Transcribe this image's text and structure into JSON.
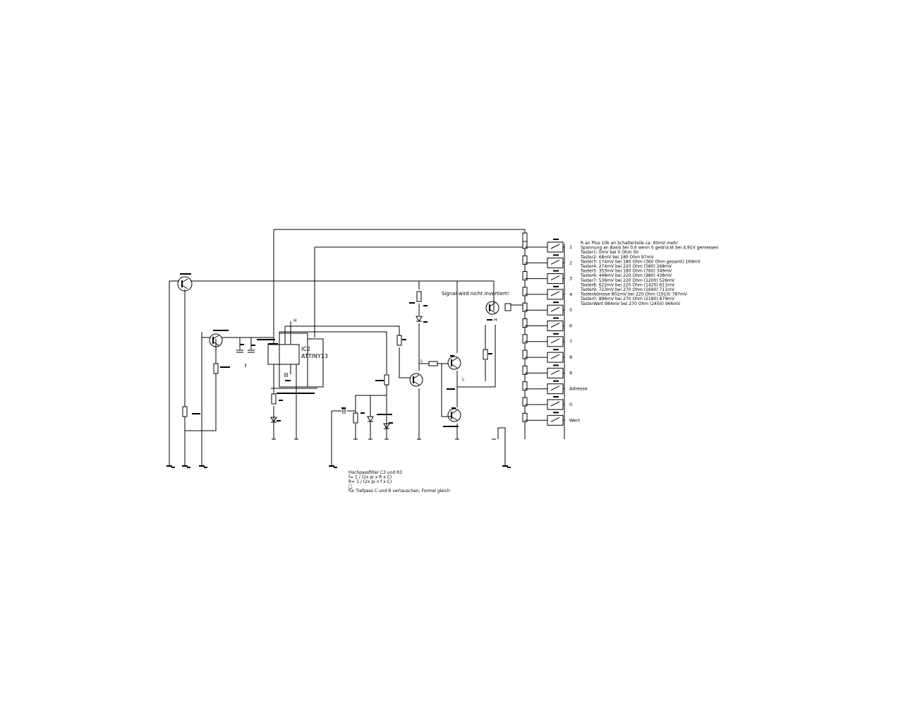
{
  "labels": {
    "ic_name": "IC2",
    "ic_type": "ATTINY13",
    "signal_note": "Signal wird nicht invertiert!",
    "l1": "L",
    "l2": "L",
    "h1": "H",
    "h2": "H"
  },
  "outputs": [
    "1",
    "2",
    "3",
    "4",
    "5",
    "6",
    "7",
    "8",
    "9",
    "Adresse",
    "0",
    "Wert"
  ],
  "notes": [
    "R an Plus 10k an Schalterteile ca. 90mV mehr",
    "Spannung an Basis bei 0,6 wenn S gedrückt bei 4,91V gemessen",
    "Taster1: 0mV bei 0 Ohm   0V",
    "Taster2: 68mV bei 180 Ohm 97mV",
    "Taster3: 174mV bei 180 Ohm (360 Ohm gesamt) 169mV",
    "Taster4: 274mV bei 220 Ohm (580) 268mV",
    "Taster5: 353mV bei 180 Ohm (760) 349mV",
    "Taster6: 448mV bei 220 Ohm (980) 438mV",
    "Taster7: 536mV bei 220 Ohm (1200) 526mV",
    "Taster8: 622mV bei 220 Ohm (1420) 611mV",
    "Taster9: 723mV bei 270 Ohm (1690) 711mV",
    "TasterAdresse 802mV bei 220 Ohm (1910) 787mV",
    "Taster0: 896mV bei 270 Ohm (2180) 879mV",
    "TasterWert 984mV bei 270 Ohm (2450) 966mV"
  ],
  "filter_notes": [
    "Hochpassfilter C3 und R3",
    "f= 1 / (2x pi x R x C)",
    "R= 1 / (2x pi x f x C)",
    "□",
    "für Tiefpass C und R vertauschen, Formel gleich"
  ]
}
